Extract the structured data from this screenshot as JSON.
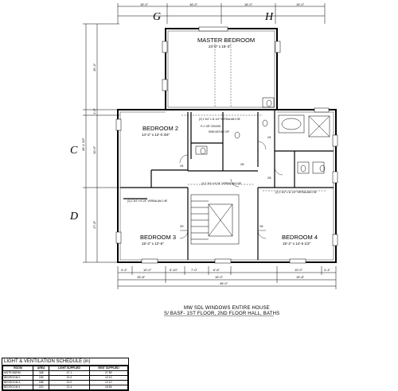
{
  "grid_letters": {
    "g": "G",
    "h": "H",
    "c": "C",
    "d": "D"
  },
  "rooms": {
    "master": {
      "name": "MASTER BEDROOM",
      "dim": "23'-0\" x 15'-3\""
    },
    "bed2": {
      "name": "BEDROOM 2",
      "dim": "14'-2\" x 12'-0 3/4\""
    },
    "bed3": {
      "name": "BEDROOM 3",
      "dim": "15'-2\" x 12'-6\""
    },
    "bed4": {
      "name": "BEDROOM 4",
      "dim": "15'-2\" x 14'-6 1/2\""
    }
  },
  "notes": {
    "ceiling": "9'-1 1/8\" CEILING",
    "shelf": "SHELVES BY O/P",
    "opening_a": "(2) 1 3/4\" x 11 1/4\" VERSALAM 2.0E",
    "opening_b": "(2) 1 3/4\" x 9 1/4\" VERSALAM 2.0E",
    "opening_c": "(2) 1 3/4\" x 11 1/4\" VERSALAM 2.0E",
    "opening_d": "(2) 1 3/4\" x 9 1/4\" VERSALAM 1.9E",
    "door1": "2/0",
    "door2": "2/6",
    "door3": "2/6",
    "door4": "2/4",
    "door5": "2/4",
    "door6": "2/6"
  },
  "dims_top": [
    "15'-0\"",
    "16'-0\"",
    "16'-0\"",
    "15'-0\""
  ],
  "dims_bottom_row1": [
    "4'-4\"",
    "10'-0\"",
    "5'-10\"",
    "7'-0\"",
    "6'-6\"",
    "10'-0\"",
    "4'-4\""
  ],
  "dims_bottom_row2": [
    "15'-8\"",
    "15'-0\"",
    "15'-8\""
  ],
  "dim_bottom_total": "46'-0\"",
  "dims_left": [
    "15'-4\"",
    "1'-6\"",
    "10'-6\"",
    "17'-8\""
  ],
  "dim_left_total": "49'-1 1/2\"",
  "caption": {
    "line1": "MW SDL WINDOWS ENTIRE HOUSE",
    "line2": "S/ BASF- 1ST FLOOR, 2ND FLOOR HALL, BATHS"
  },
  "schedule": {
    "title": "LIGHT & VENTILATION SCHEDULE (in)",
    "headers": [
      "ROOM",
      "AREA",
      "LIGHT SUPPLIED",
      "VENT SUPPLIED"
    ],
    "rows": [
      [
        "MSTR BDRM",
        "348",
        "47.1",
        "27.89"
      ],
      [
        "BEDROOM 2",
        "183",
        "21.0",
        "12.10"
      ],
      [
        "BEDROOM 3",
        "188",
        "21.0",
        "12.10"
      ],
      [
        "BEDROOM 4",
        "220",
        "21.4",
        "18.55"
      ]
    ]
  }
}
